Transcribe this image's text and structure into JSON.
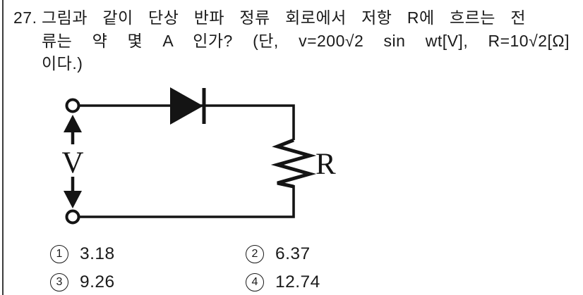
{
  "question": {
    "number": "27.",
    "lines": [
      "그림과 같이 단상 반파 정류 회로에서 저항 R에 흐르는 전",
      "류는 약 몇 A 인가? (단, v=200√2 sin wt[V], R=10√2[Ω]",
      "이다.)"
    ]
  },
  "circuit": {
    "source_label": "V",
    "resistor_label": "R"
  },
  "choices": [
    {
      "number": "1",
      "value": "3.18"
    },
    {
      "number": "2",
      "value": "6.37"
    },
    {
      "number": "3",
      "value": "9.26"
    },
    {
      "number": "4",
      "value": "12.74"
    }
  ],
  "colors": {
    "ink": "#1a1a1a",
    "paper": "#ffffff",
    "divider": "#3c3c3c"
  }
}
